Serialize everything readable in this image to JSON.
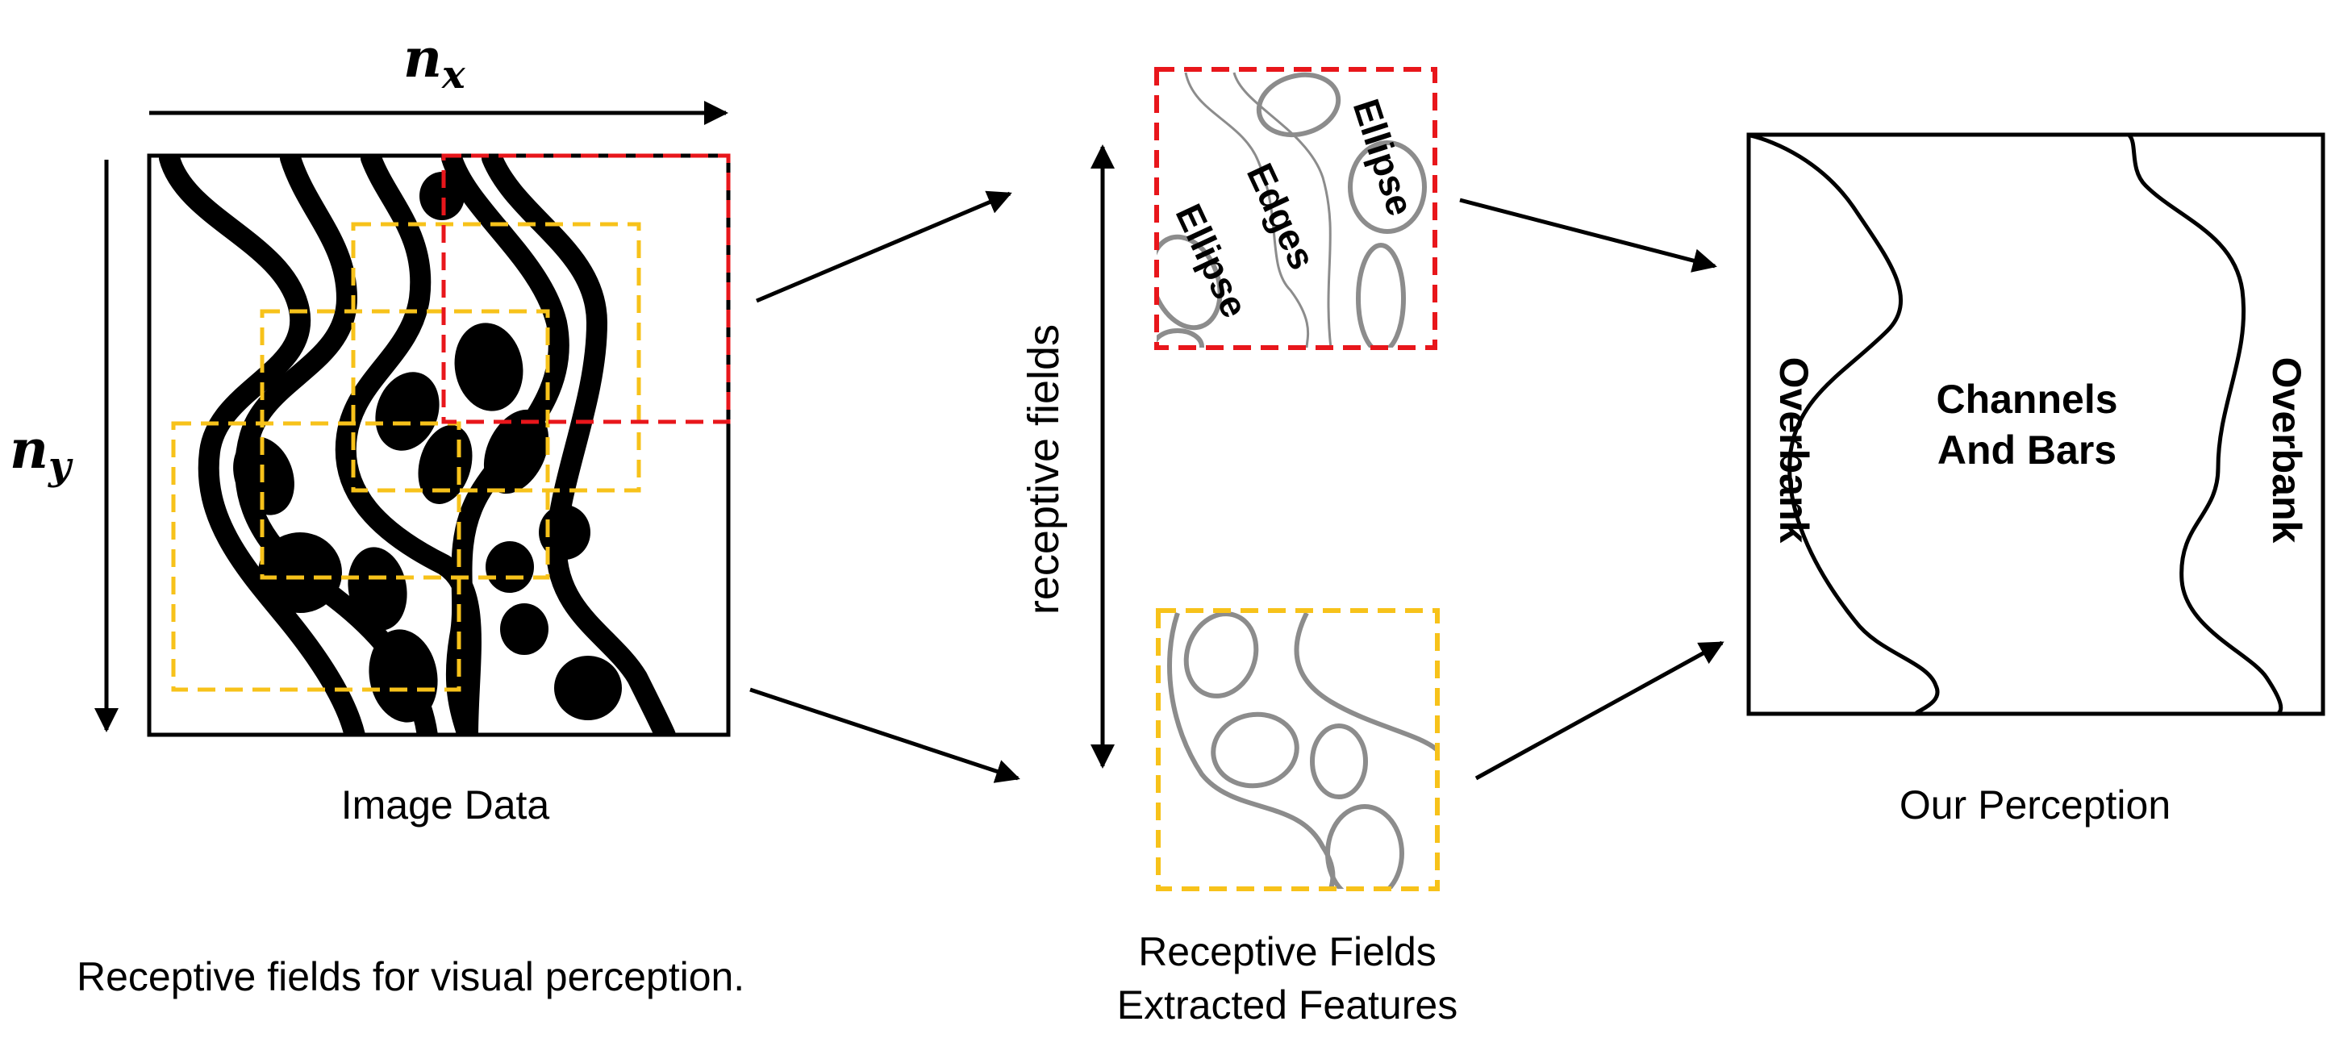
{
  "axes": {
    "nx_main": "n",
    "nx_sub": "x",
    "ny_main": "n",
    "ny_sub": "y"
  },
  "labels": {
    "image_data": "Image Data",
    "receptive_fields_vertical": "receptive fields",
    "receptive_fields_line1": "Receptive Fields",
    "receptive_fields_line2": "Extracted Features",
    "our_perception": "Our Perception",
    "caption": "Receptive fields for visual perception."
  },
  "features": {
    "ellipse_top": "Ellipse",
    "edges": "Edges",
    "ellipse_left": "Ellipse"
  },
  "perception": {
    "overbank_left": "Overbank",
    "overbank_right": "Overbank",
    "center_line1": "Channels",
    "center_line2": "And Bars"
  },
  "colors": {
    "red_window": "#e8161b",
    "yellow_window": "#f7c21a",
    "ink": "#000000",
    "feature_gray": "#8c8c8c"
  }
}
